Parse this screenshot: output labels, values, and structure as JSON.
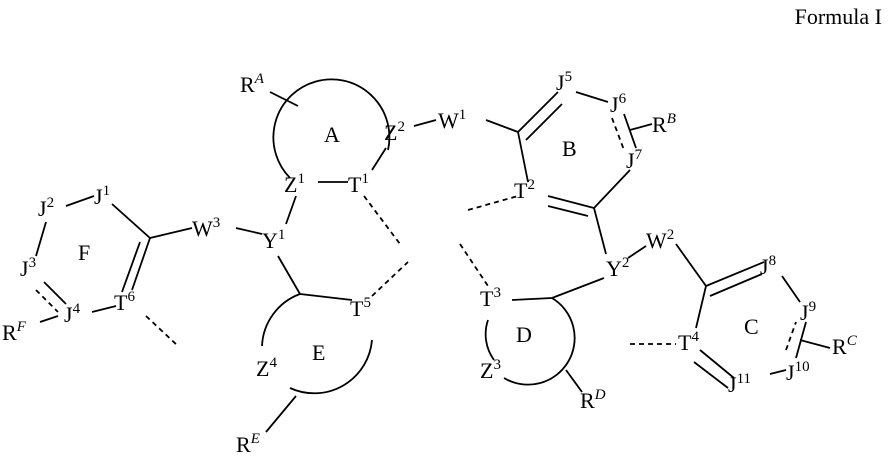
{
  "title": "Formula I",
  "rings": {
    "A": "A",
    "B": "B",
    "C": "C",
    "D": "D",
    "E": "E",
    "F": "F"
  },
  "atoms": {
    "J1": [
      "J",
      "1"
    ],
    "J2": [
      "J",
      "2"
    ],
    "J3": [
      "J",
      "3"
    ],
    "J4": [
      "J",
      "4"
    ],
    "J5": [
      "J",
      "5"
    ],
    "J6": [
      "J",
      "6"
    ],
    "J7": [
      "J",
      "7"
    ],
    "J8": [
      "J",
      "8"
    ],
    "J9": [
      "J",
      "9"
    ],
    "J10": [
      "J",
      "10"
    ],
    "J11": [
      "J",
      "11"
    ],
    "T1": [
      "T",
      "1"
    ],
    "T2": [
      "T",
      "2"
    ],
    "T3": [
      "T",
      "3"
    ],
    "T4": [
      "T",
      "4"
    ],
    "T5": [
      "T",
      "5"
    ],
    "T6": [
      "T",
      "6"
    ],
    "Z1": [
      "Z",
      "1"
    ],
    "Z2": [
      "Z",
      "2"
    ],
    "Z3": [
      "Z",
      "3"
    ],
    "Z4": [
      "Z",
      "4"
    ],
    "W1": [
      "W",
      "1"
    ],
    "W2": [
      "W",
      "2"
    ],
    "W3": [
      "W",
      "3"
    ],
    "Y1": [
      "Y",
      "1"
    ],
    "Y2": [
      "Y",
      "2"
    ],
    "RA": [
      "R",
      "A"
    ],
    "RB": [
      "R",
      "B"
    ],
    "RC": [
      "R",
      "C"
    ],
    "RD": [
      "R",
      "D"
    ],
    "RE": [
      "R",
      "E"
    ],
    "RF": [
      "R",
      "F"
    ]
  }
}
